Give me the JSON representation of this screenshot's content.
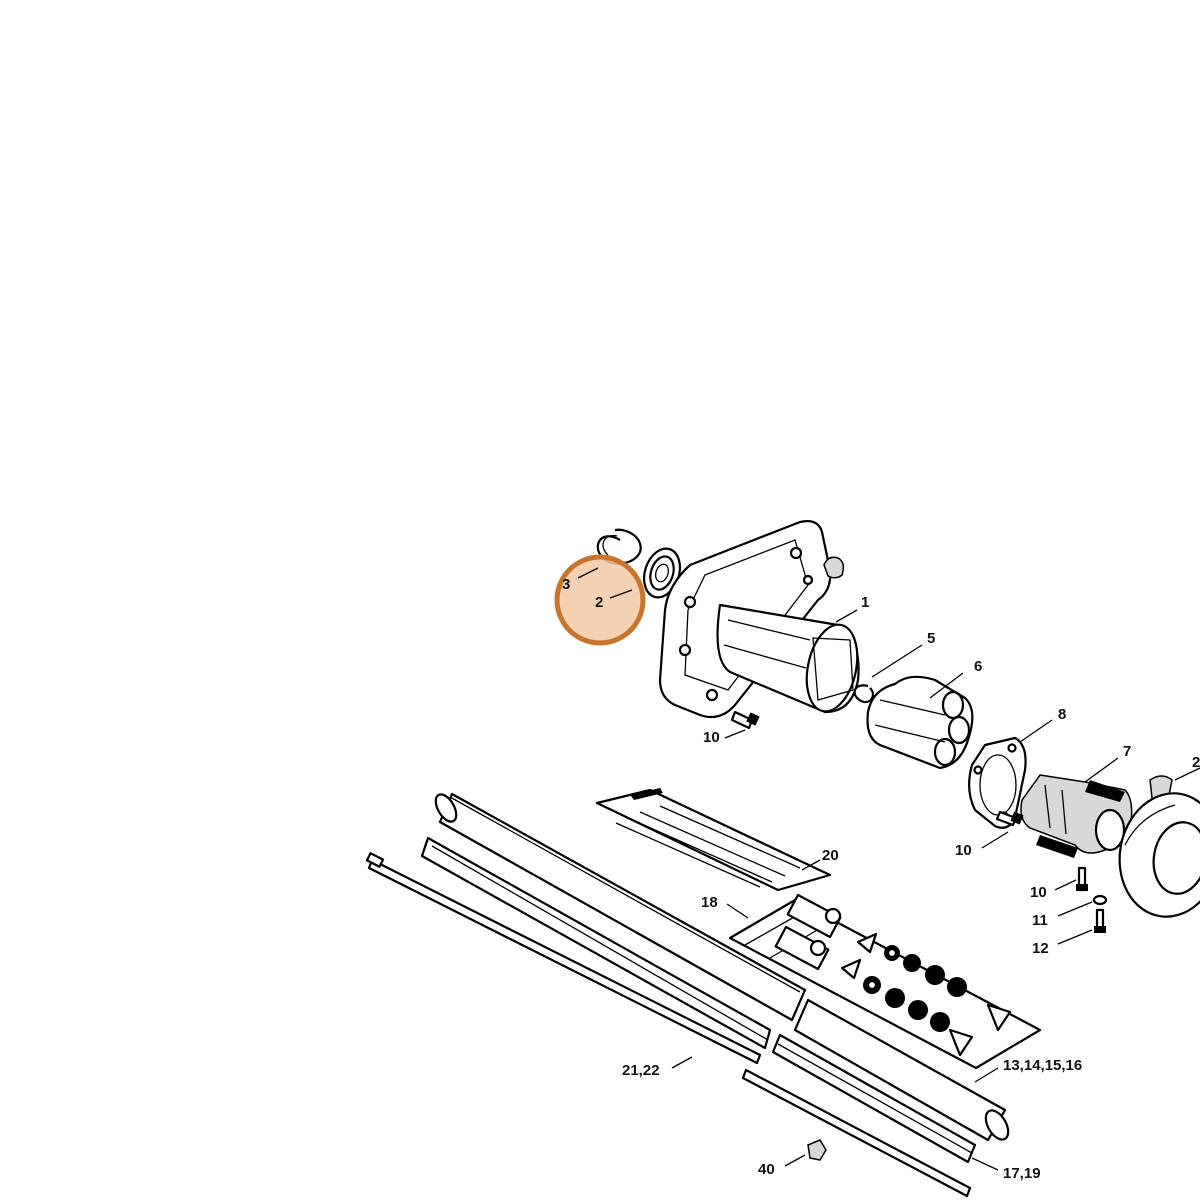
{
  "diagram": {
    "callouts": {
      "c1": "1",
      "c2": "2",
      "c3": "3",
      "c5": "5",
      "c6": "6",
      "c7": "7",
      "c8": "8",
      "c10a": "10",
      "c10b": "10",
      "c10c": "10",
      "c11": "11",
      "c12": "12",
      "c13": "13,14,15,16",
      "c17": "17,19",
      "c18": "18",
      "c20": "20",
      "c21": "21,22",
      "c40": "40",
      "c2edge": "2"
    },
    "colors": {
      "highlight_fill": "#f2c9a5",
      "highlight_stroke": "#c8742c",
      "line": "#000000"
    }
  }
}
